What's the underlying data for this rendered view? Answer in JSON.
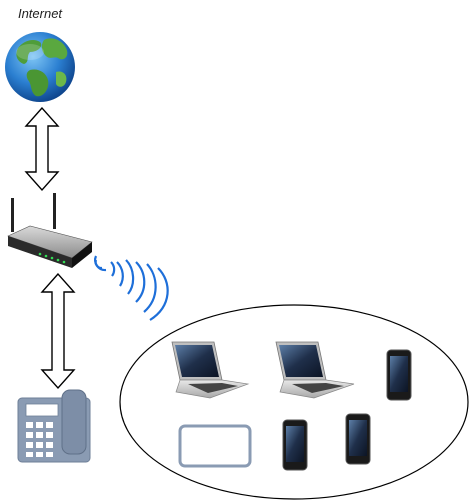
{
  "diagram": {
    "internet_label": "Internet",
    "nodes": [
      {
        "id": "internet",
        "icon": "globe-icon"
      },
      {
        "id": "router",
        "icon": "wifi-router-icon"
      },
      {
        "id": "phone",
        "icon": "desk-phone-icon"
      },
      {
        "id": "wifi-signal",
        "icon": "wifi-waves-icon"
      },
      {
        "id": "client-group",
        "icon": "device-group",
        "devices": [
          "laptop",
          "laptop",
          "smartphone",
          "tablet",
          "smartphone",
          "smartphone"
        ]
      }
    ],
    "links": [
      {
        "from": "internet",
        "to": "router",
        "type": "bidirectional"
      },
      {
        "from": "router",
        "to": "phone",
        "type": "bidirectional"
      },
      {
        "from": "router",
        "to": "client-group",
        "type": "wireless"
      }
    ],
    "colors": {
      "wifi": "#1e6fd9",
      "phone_body": "#8a9bb3",
      "ellipse": "#000000"
    }
  }
}
